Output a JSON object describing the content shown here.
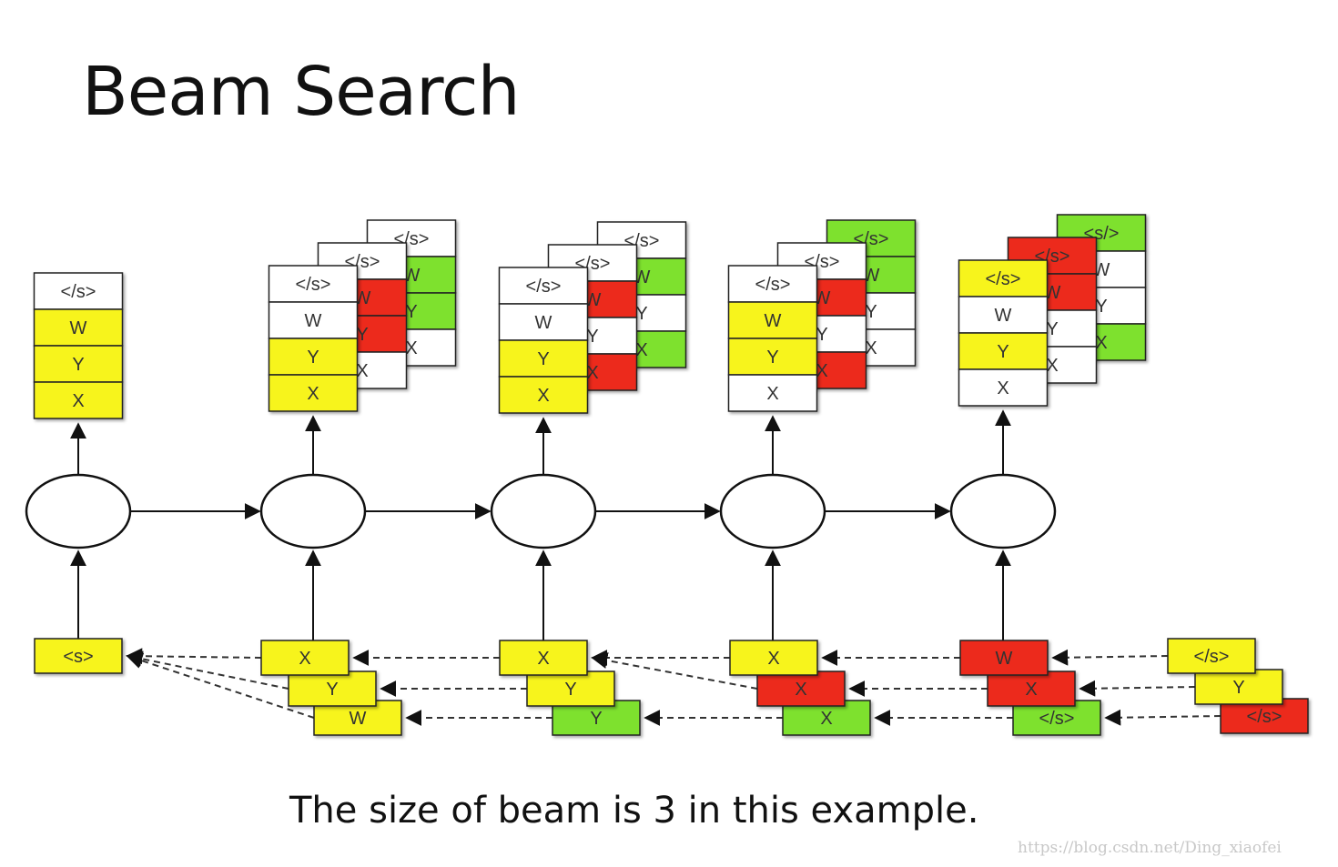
{
  "title": "Beam Search",
  "caption": "The size of beam is 3 in this example.",
  "watermark": "https://blog.csdn.net/Ding_xiaofei",
  "colors": {
    "yellow": "#f7f41f",
    "red": "#ec2a1a",
    "green": "#7ee12e",
    "white": "#ffffff"
  },
  "output_stacks": [
    {
      "step": 1,
      "cards": [
        {
          "labels": [
            "</s>",
            "W",
            "Y",
            "X"
          ],
          "colors": [
            "white",
            "yellow",
            "yellow",
            "yellow"
          ]
        }
      ]
    },
    {
      "step": 2,
      "cards": [
        {
          "labels": [
            "</s>",
            "W",
            "Y",
            "X"
          ],
          "colors": [
            "white",
            "green",
            "green",
            "white"
          ]
        },
        {
          "labels": [
            "</s>",
            "W",
            "Y",
            "X"
          ],
          "colors": [
            "white",
            "red",
            "red",
            "white"
          ]
        },
        {
          "labels": [
            "</s>",
            "W",
            "Y",
            "X"
          ],
          "colors": [
            "white",
            "white",
            "yellow",
            "yellow"
          ]
        }
      ]
    },
    {
      "step": 3,
      "cards": [
        {
          "labels": [
            "</s>",
            "W",
            "Y",
            "X"
          ],
          "colors": [
            "white",
            "green",
            "white",
            "green"
          ]
        },
        {
          "labels": [
            "</s>",
            "W",
            "Y",
            "X"
          ],
          "colors": [
            "white",
            "red",
            "white",
            "red"
          ]
        },
        {
          "labels": [
            "</s>",
            "W",
            "Y",
            "X"
          ],
          "colors": [
            "white",
            "white",
            "yellow",
            "yellow"
          ]
        }
      ]
    },
    {
      "step": 4,
      "cards": [
        {
          "labels": [
            "</s>",
            "W",
            "Y",
            "X"
          ],
          "colors": [
            "green",
            "green",
            "white",
            "white"
          ]
        },
        {
          "labels": [
            "</s>",
            "W",
            "Y",
            "X"
          ],
          "colors": [
            "white",
            "red",
            "white",
            "red"
          ]
        },
        {
          "labels": [
            "</s>",
            "W",
            "Y",
            "X"
          ],
          "colors": [
            "white",
            "yellow",
            "yellow",
            "white"
          ]
        }
      ]
    },
    {
      "step": 5,
      "cards": [
        {
          "labels": [
            "<s/>",
            "W",
            "Y",
            "X"
          ],
          "colors": [
            "green",
            "white",
            "white",
            "green"
          ]
        },
        {
          "labels": [
            "</s>",
            "W",
            "Y",
            "X"
          ],
          "colors": [
            "red",
            "red",
            "white",
            "white"
          ]
        },
        {
          "labels": [
            "</s>",
            "W",
            "Y",
            "X"
          ],
          "colors": [
            "yellow",
            "white",
            "yellow",
            "white"
          ]
        }
      ]
    }
  ],
  "input_stacks": [
    {
      "step": 1,
      "chips": [
        {
          "label": "<s>",
          "color": "yellow"
        }
      ]
    },
    {
      "step": 2,
      "chips": [
        {
          "label": "X",
          "color": "yellow"
        },
        {
          "label": "Y",
          "color": "yellow"
        },
        {
          "label": "W",
          "color": "yellow"
        }
      ]
    },
    {
      "step": 3,
      "chips": [
        {
          "label": "X",
          "color": "yellow"
        },
        {
          "label": "Y",
          "color": "yellow"
        },
        {
          "label": "Y",
          "color": "green"
        }
      ]
    },
    {
      "step": 4,
      "chips": [
        {
          "label": "X",
          "color": "yellow"
        },
        {
          "label": "X",
          "color": "red"
        },
        {
          "label": "X",
          "color": "green"
        }
      ]
    },
    {
      "step": 5,
      "chips": [
        {
          "label": "W",
          "color": "red"
        },
        {
          "label": "X",
          "color": "red"
        },
        {
          "label": "</s>",
          "color": "green"
        }
      ]
    },
    {
      "step": 6,
      "chips": [
        {
          "label": "</s>",
          "color": "yellow"
        },
        {
          "label": "Y",
          "color": "yellow"
        },
        {
          "label": "</s>",
          "color": "red"
        }
      ]
    }
  ]
}
